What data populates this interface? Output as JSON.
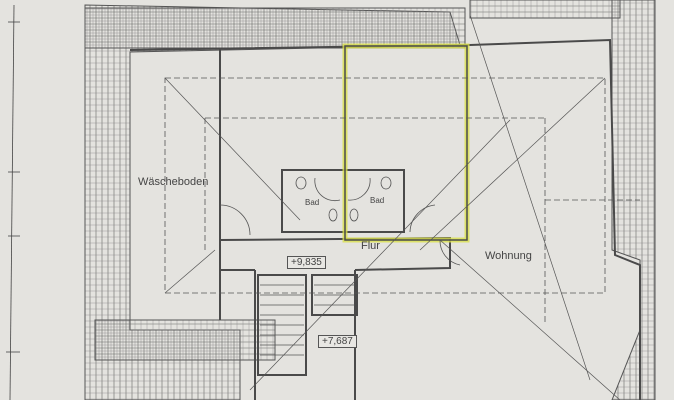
{
  "plan": {
    "rooms": {
      "laundry_attic": "Wäscheboden",
      "bath_left": "Bad",
      "bath_right": "Bad",
      "hallway": "Flur",
      "apartment": "Wohnung"
    },
    "levels": {
      "upper": "+9,835",
      "lower": "+7,687"
    },
    "colors": {
      "paper": "#e4e3df",
      "lines": "#4a4a4a",
      "highlight": "#d9e04a"
    }
  }
}
